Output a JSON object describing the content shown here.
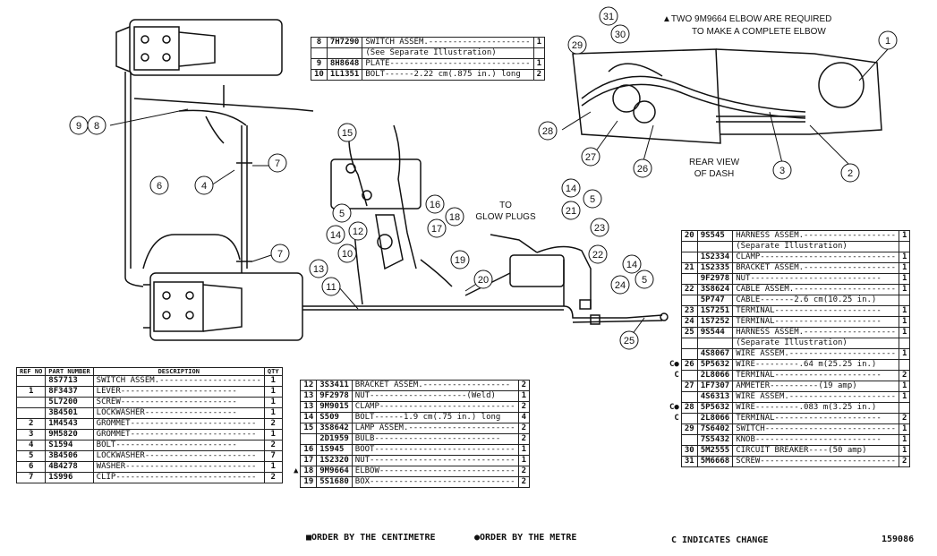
{
  "callouts": [
    {
      "n": "1"
    },
    {
      "n": "2"
    },
    {
      "n": "3"
    },
    {
      "n": "4"
    },
    {
      "n": "5"
    },
    {
      "n": "5"
    },
    {
      "n": "5"
    },
    {
      "n": "6"
    },
    {
      "n": "7"
    },
    {
      "n": "7"
    },
    {
      "n": "8"
    },
    {
      "n": "9"
    },
    {
      "n": "10"
    },
    {
      "n": "11"
    },
    {
      "n": "12"
    },
    {
      "n": "13"
    },
    {
      "n": "14"
    },
    {
      "n": "14"
    },
    {
      "n": "14"
    },
    {
      "n": "15"
    },
    {
      "n": "16"
    },
    {
      "n": "17"
    },
    {
      "n": "18"
    },
    {
      "n": "19"
    },
    {
      "n": "20"
    },
    {
      "n": "21"
    },
    {
      "n": "22"
    },
    {
      "n": "23"
    },
    {
      "n": "24"
    },
    {
      "n": "25"
    },
    {
      "n": "26"
    },
    {
      "n": "27"
    },
    {
      "n": "28"
    },
    {
      "n": "29"
    },
    {
      "n": "30"
    },
    {
      "n": "31"
    }
  ],
  "labels": {
    "to_glow_plugs_1": "TO",
    "to_glow_plugs_2": "GLOW PLUGS",
    "rear_view_1": "REAR VIEW",
    "rear_view_2": "OF DASH",
    "elbow_note_1": "▲TWO 9M9664 ELBOW ARE REQUIRED",
    "elbow_note_2": "TO MAKE A COMPLETE ELBOW"
  },
  "top_table": {
    "rows": [
      {
        "ref": "8",
        "part": "7H7290",
        "desc": "SWITCH ASSEM.---------------------",
        "qty": "1"
      },
      {
        "ref": "",
        "part": "",
        "desc": "(See Separate Illustration)",
        "qty": ""
      },
      {
        "ref": "9",
        "part": "8H8648",
        "desc": "PLATE-----------------------------",
        "qty": "1"
      },
      {
        "ref": "10",
        "part": "1L1351",
        "desc": "BOLT------2.22 cm(.875 in.) long",
        "qty": "2"
      }
    ]
  },
  "left_table": {
    "headers": {
      "ref": "REF NO",
      "part": "PART NUMBER",
      "desc": "DESCRIPTION",
      "qty": "QTY"
    },
    "rows": [
      {
        "ref": "",
        "part": "8S7713",
        "desc": "SWITCH ASSEM.---------------------",
        "qty": "1"
      },
      {
        "ref": "1",
        "part": "8F3437",
        "desc": "   LEVER------------------------",
        "qty": "1"
      },
      {
        "ref": "",
        "part": "5L7200",
        "desc": "   SCREW------------------------",
        "qty": "1"
      },
      {
        "ref": "",
        "part": "3B4501",
        "desc": "   LOCKWASHER-------------------",
        "qty": "1"
      },
      {
        "ref": "2",
        "part": "1M4543",
        "desc": "GROMMET--------------------------",
        "qty": "2"
      },
      {
        "ref": "3",
        "part": "9M5820",
        "desc": "GROMMET--------------------------",
        "qty": "1"
      },
      {
        "ref": "4",
        "part": "S1594",
        "desc": "   BOLT-------------------------",
        "qty": "2"
      },
      {
        "ref": "5",
        "part": "3B4506",
        "desc": "LOCKWASHER-----------------------",
        "qty": "7"
      },
      {
        "ref": "6",
        "part": "4B4278",
        "desc": "WASHER---------------------------",
        "qty": "1"
      },
      {
        "ref": "7",
        "part": "1S996",
        "desc": "CLIP-----------------------------",
        "qty": "2"
      }
    ]
  },
  "mid_table": {
    "rows": [
      {
        "mark": "",
        "ref": "12",
        "part": "3S3411",
        "desc": "BRACKET ASSEM.------------------",
        "qty": "2"
      },
      {
        "mark": "",
        "ref": "13",
        "part": "9F2978",
        "desc": "   NUT--------------------(Weld)",
        "qty": "1"
      },
      {
        "mark": "",
        "ref": "13",
        "part": "9M9015",
        "desc": "CLAMP----------------------------",
        "qty": "2"
      },
      {
        "mark": "",
        "ref": "14",
        "part": "S509",
        "desc": "BOLT------1.9 cm(.75 in.) long",
        "qty": "4"
      },
      {
        "mark": "",
        "ref": "15",
        "part": "3S8642",
        "desc": "LAMP ASSEM.----------------------",
        "qty": "2"
      },
      {
        "mark": "",
        "ref": "",
        "part": "2D1959",
        "desc": "   BULB--------------------------",
        "qty": "2"
      },
      {
        "mark": "",
        "ref": "16",
        "part": "1S945",
        "desc": "BOOT-----------------------------",
        "qty": "1"
      },
      {
        "mark": "",
        "ref": "17",
        "part": "1S2320",
        "desc": "NUT------------------------------",
        "qty": "1"
      },
      {
        "mark": "▲",
        "ref": "18",
        "part": "9M9664",
        "desc": "ELBOW----------------------------",
        "qty": "2"
      },
      {
        "mark": "",
        "ref": "19",
        "part": "5S1680",
        "desc": "BOX------------------------------",
        "qty": "2"
      }
    ]
  },
  "right_table": {
    "rows": [
      {
        "mark": "",
        "ref": "20",
        "part": "9S545",
        "desc": "HARNESS ASSEM.-------------------",
        "qty": "1"
      },
      {
        "mark": "",
        "ref": "",
        "part": "",
        "desc": "      (Separate Illustration)",
        "qty": ""
      },
      {
        "mark": "",
        "ref": "",
        "part": "1S2334",
        "desc": "CLAMP----------------------------",
        "qty": "1"
      },
      {
        "mark": "",
        "ref": "21",
        "part": "1S2335",
        "desc": "BRACKET ASSEM.-------------------",
        "qty": "1"
      },
      {
        "mark": "",
        "ref": "",
        "part": "9F2978",
        "desc": "   NUT---------------------------",
        "qty": "1"
      },
      {
        "mark": "",
        "ref": "22",
        "part": "3S8624",
        "desc": "CABLE ASSEM.---------------------",
        "qty": "1"
      },
      {
        "mark": "",
        "ref": "",
        "part": "5P747",
        "desc": "   CABLE-------2.6 cm(10.25 in.)",
        "qty": ""
      },
      {
        "mark": "",
        "ref": "23",
        "part": "1S7251",
        "desc": "   TERMINAL----------------------",
        "qty": "1"
      },
      {
        "mark": "",
        "ref": "24",
        "part": "1S7252",
        "desc": "   TERMINAL----------------------",
        "qty": "1"
      },
      {
        "mark": "",
        "ref": "25",
        "part": "9S544",
        "desc": "HARNESS ASSEM.-------------------",
        "qty": "1"
      },
      {
        "mark": "",
        "ref": "",
        "part": "",
        "desc": "      (Separate Illustration)",
        "qty": ""
      },
      {
        "mark": "",
        "ref": "",
        "part": "4S8067",
        "desc": "WIRE ASSEM.----------------------",
        "qty": "1"
      },
      {
        "mark": "C●",
        "ref": "26",
        "part": "5P5632",
        "desc": "   WIRE---------.64 m(25.25 in.)",
        "qty": ""
      },
      {
        "mark": "C",
        "ref": "",
        "part": "2L8066",
        "desc": "   TERMINAL----------------------",
        "qty": "2"
      },
      {
        "mark": "",
        "ref": "27",
        "part": "1F7307",
        "desc": "AMMETER----------(19 amp)",
        "qty": "1"
      },
      {
        "mark": "",
        "ref": "",
        "part": "4S6313",
        "desc": "WIRE ASSEM.----------------------",
        "qty": "1"
      },
      {
        "mark": "C●",
        "ref": "28",
        "part": "5P5632",
        "desc": "   WIRE---------.083 m(3.25 in.)",
        "qty": ""
      },
      {
        "mark": "C",
        "ref": "",
        "part": "2L8066",
        "desc": "   TERMINAL----------------------",
        "qty": "2"
      },
      {
        "mark": "",
        "ref": "29",
        "part": "7S6402",
        "desc": "SWITCH---------------------------",
        "qty": "1"
      },
      {
        "mark": "",
        "ref": "",
        "part": "7S5432",
        "desc": "   KNOB--------------------------",
        "qty": "1"
      },
      {
        "mark": "",
        "ref": "30",
        "part": "5M2555",
        "desc": "CIRCUIT BREAKER----(50 amp)",
        "qty": "1"
      },
      {
        "mark": "",
        "ref": "31",
        "part": "5M6668",
        "desc": "SCREW----------------------------",
        "qty": "2"
      }
    ]
  },
  "footer": {
    "order_cm": "■ORDER BY THE CENTIMETRE",
    "order_m": "●ORDER BY THE METRE",
    "change": "C INDICATES CHANGE",
    "drawing_no": "159086"
  }
}
